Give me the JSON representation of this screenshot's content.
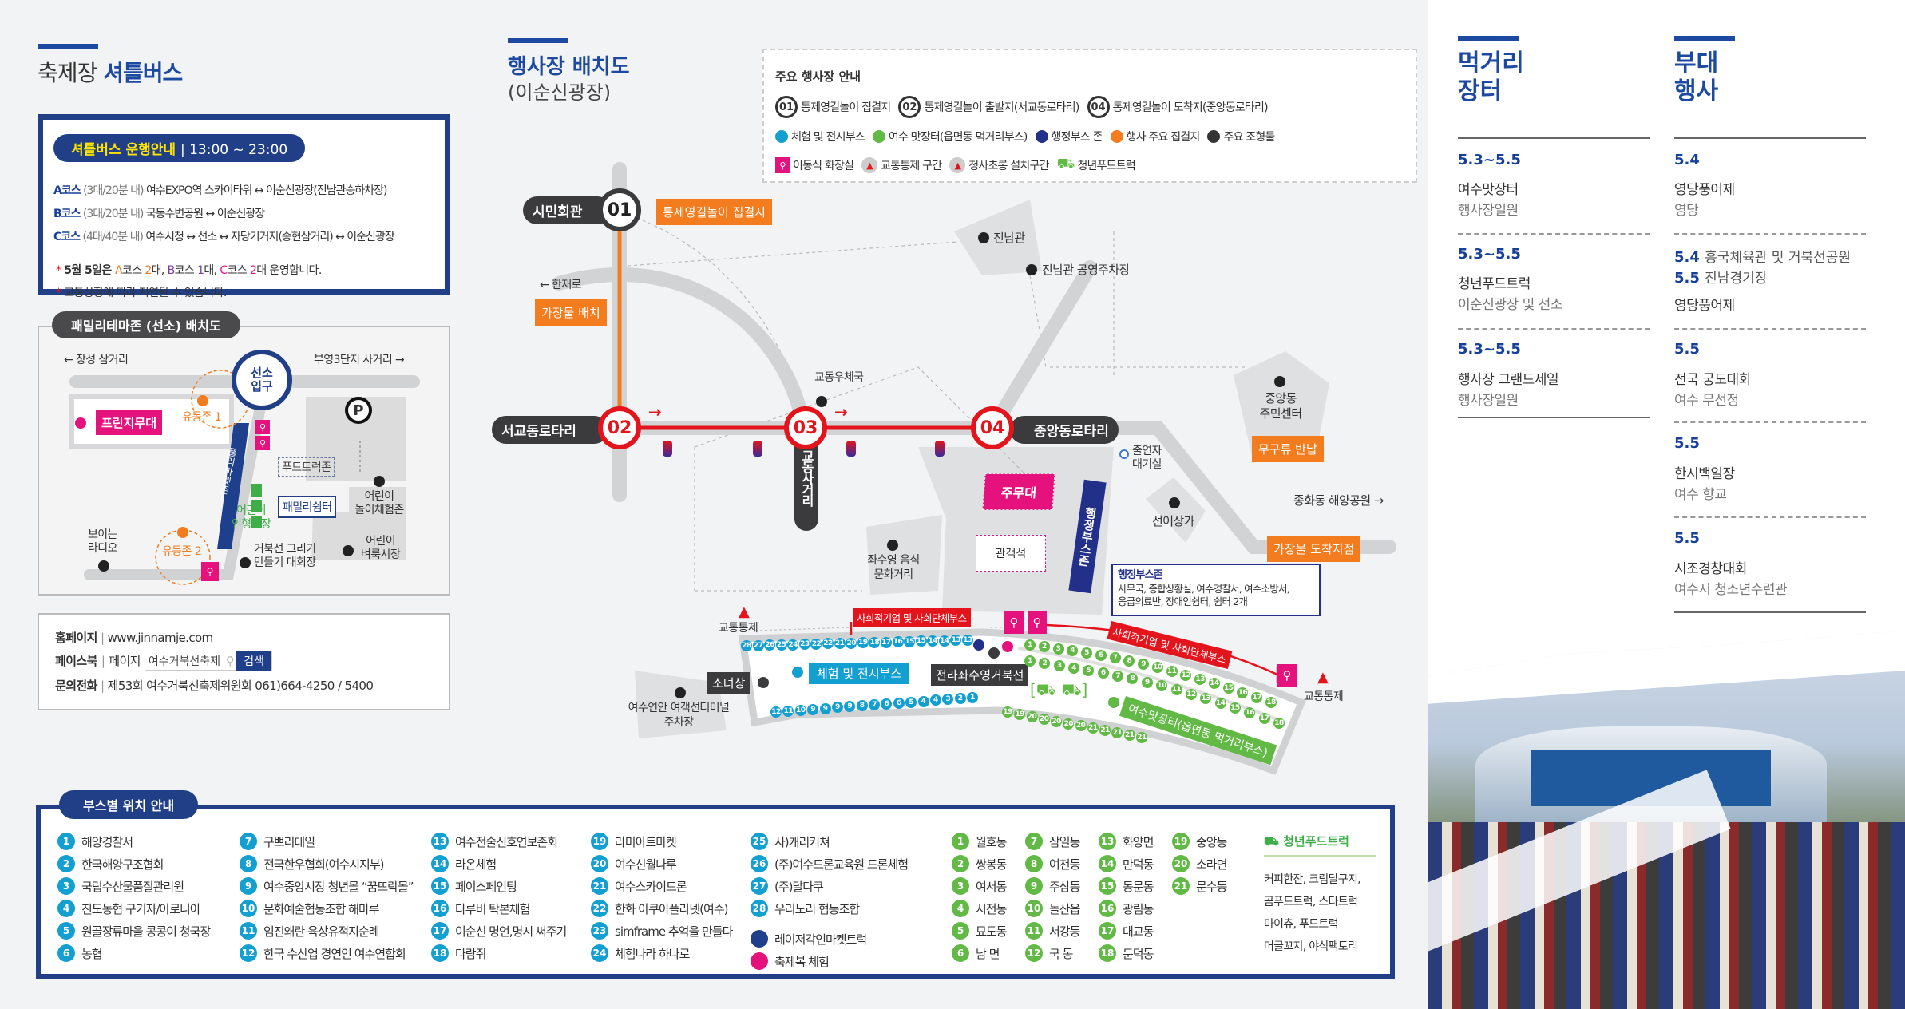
{
  "shuttle": {
    "title_light": "축제장",
    "title_bold": "셔틀버스",
    "pill_label": "셔틀버스 운행안내",
    "pill_time": "13:00 ~ 23:00",
    "courses": [
      {
        "name": "A코스",
        "detail": "(3대/20분 내)",
        "route": "여수EXPO역 스카이타워 ↔ 이순신광장(진남관승하차장)"
      },
      {
        "name": "B코스",
        "detail": "(3대/20분 내)",
        "route": "국동수변공원 ↔ 이순신광장"
      },
      {
        "name": "C코스",
        "detail": "(4대/40분 내)",
        "route": "여수시청 ↔ 선소 ↔ 자당기거지(송현삼거리) ↔ 이순신광장"
      }
    ],
    "note1": {
      "prefix": "5월 5일은 ",
      "a": "A",
      "a_txt": "코스 ",
      "a_n": "2",
      "a_suf": "대, ",
      "b": "B",
      "b_txt": "코스 ",
      "b_n": "1",
      "b_suf": "대, ",
      "c": "C",
      "c_txt": "코스 ",
      "c_n": "2",
      "c_suf": "대 운영합니다."
    },
    "note2": "교통상황에 따라 지연될 수 있습니다.",
    "asterisk": "*"
  },
  "family_map": {
    "tab": "패밀리테마존 (선소) 배치도",
    "left_road": "← 장성 삼거리",
    "right_road": "부영3단지 사거리 →",
    "entrance": [
      "선소",
      "입구"
    ],
    "fringe_stage": "프린지무대",
    "lantern_zone1": "유등존 1",
    "lantern_zone2": "유등존 2",
    "flea_market_zone": "플리마켓존",
    "food_truck_zone": "푸드트럭존",
    "family_rest": "패밀리쉼터",
    "kids_play": [
      "어린이",
      "놀이체험존"
    ],
    "puppet_theater": [
      "어린이",
      "인형극장"
    ],
    "turtle_ship": [
      "거북선 그리기",
      "만들기 대회장"
    ],
    "kids_flea": [
      "어린이",
      "벼룩시장"
    ],
    "radio": [
      "보이는",
      "라디오"
    ],
    "parking": "P"
  },
  "contact": {
    "homepage_label": "홈페이지",
    "homepage": "www.jinnamje.com",
    "facebook_label": "페이스북",
    "facebook_page": "페이지",
    "search_value": "여수거북선축제",
    "search_button": "검색",
    "phone_label": "문의전화",
    "phone": "제53회 여수거북선축제위원회 061)664-4250 / 5400",
    "sep": "|"
  },
  "main": {
    "title": "행사장 배치도",
    "subtitle": "(이순신광장)"
  },
  "legend": {
    "title": "주요 행사장 안내",
    "nodes": [
      {
        "num": "01",
        "label": "통제영길놀이 집결지"
      },
      {
        "num": "02",
        "label": "통제영길놀이 출발지(서교동로타리)"
      },
      {
        "num": "04",
        "label": "통제영길놀이 도착지(중앙동로타리)"
      }
    ],
    "colors": [
      {
        "label": "체험 및 전시부스",
        "color": "#149fd1"
      },
      {
        "label": "여수 맛장터(읍면동 먹거리부스)",
        "color": "#62b946"
      },
      {
        "label": "행정부스 존",
        "color": "#23308a"
      },
      {
        "label": "행사 주요 집결지",
        "color": "#f27c1e"
      },
      {
        "label": "주요 조형물",
        "color": "#333333"
      }
    ],
    "icons": [
      {
        "label": "이동식 화장실"
      },
      {
        "label": "교통통제 구간"
      },
      {
        "label": "청사초롱 설치구간"
      },
      {
        "label": "청년푸드트럭"
      }
    ]
  },
  "map": {
    "nodes": [
      "01",
      "02",
      "03",
      "04"
    ],
    "civic_hall": "시민회관",
    "gather_point": "통제영길놀이 집결지",
    "hanjae_road": "← 한재로",
    "costume_place": "가장물 배치",
    "jinnamgwan": "진남관",
    "jinnam_parking": "진남관 공영주차장",
    "post_office": "교동우체국",
    "seogyo": "서교동로타리",
    "jungang": "중앙동로타리",
    "gyodong": "교동사거리",
    "community_center": [
      "중앙동",
      "주민센터"
    ],
    "return_props": "무구류 반납",
    "waiting_room": [
      "출연자",
      "대기실"
    ],
    "fish_market": "선어상가",
    "park": "종화동 해양공원 →",
    "costume_arrival": "가장물 도착지점",
    "main_stage": "주무대",
    "audience": "관객석",
    "admin_zone": "행정부스존",
    "admin_box_title": "행정부스존",
    "admin_box_text": [
      "사무국, 종합상황실, 여수경찰서, 여수소방서,",
      "응급의료반, 장애인쉼터, 쉼터 2개"
    ],
    "food_street": [
      "좌수영 음식",
      "문화거리"
    ],
    "social_booth": "사회적기업 및 사회단체부스",
    "traffic_control": "교통통제",
    "statue": "소녀상",
    "experience_booth": "체험 및 전시부스",
    "turtle_ship": "전라좌수영거북선",
    "yeosu_market": "여수맛장터(읍면동 먹거리부스)",
    "terminal": [
      "여수연안 여객선터미널",
      "주차장"
    ],
    "blue_top": [
      "28",
      "27",
      "26",
      "25",
      "24",
      "23",
      "22",
      "22",
      "21",
      "20",
      "19",
      "18",
      "17",
      "16",
      "15",
      "15",
      "14",
      "14",
      "13",
      "13"
    ],
    "blue_bottom": [
      "12",
      "11",
      "10",
      "9",
      "9",
      "9",
      "9",
      "8",
      "7",
      "6",
      "6",
      "5",
      "4",
      "4",
      "3",
      "2",
      "1"
    ],
    "green_row1": [
      "1",
      "2",
      "3",
      "4",
      "5",
      "6",
      "7",
      "8",
      "9",
      "10",
      "11",
      "12",
      "13",
      "14",
      "15",
      "16",
      "17",
      "18"
    ],
    "green_row2": [
      "1",
      "2",
      "3",
      "4",
      "5",
      "6",
      "7",
      "8",
      "9",
      "10",
      "11",
      "12",
      "13",
      "14",
      "15",
      "16",
      "17",
      "18"
    ],
    "green_row3": [
      "19",
      "19",
      "20",
      "20",
      "20",
      "20",
      "20",
      "21",
      "21",
      "21",
      "21",
      "21"
    ]
  },
  "booth_legend": {
    "tab": "부스별 위치 안내",
    "blue": [
      "해양경찰서",
      "한국해양구조협회",
      "국립수산물품질관리원",
      "진도농협 구기자/아로니아",
      "원골장류마을 콩콩이 청국장",
      "농협",
      "구쁘리테일",
      "전국한우협회(여수시지부)",
      "여수중앙시장 청년몰 “꿈뜨락몰”",
      "문화예술협동조합 해마루",
      "임진왜란 육상유적지순례",
      "한국 수산업 경연인 여수연합회",
      "여수전술신호연보존회",
      "라온체험",
      "페이스페인팅",
      "타루비 탁본체험",
      "이순신 명언,명시 써주기",
      "다람쥐",
      "라미아트마켓",
      "여수신월나루",
      "여수스카이드론",
      "한화 아쿠아플라넷(여수)",
      "simframe 추억을 만들다",
      "체험나라 하나로",
      "사)캐리커쳐",
      "(주)여수드론교육원 드론체험",
      "(주)달다쿠",
      "우리노리 협동조합"
    ],
    "navy_item": "레이저각인마켓트럭",
    "pink_item": "축제복 체험",
    "green": [
      "월호동",
      "쌍봉동",
      "여서동",
      "시전동",
      "묘도동",
      "남 면",
      "삼일동",
      "여천동",
      "주삼동",
      "돌산읍",
      "서강동",
      "국 동",
      "화양면",
      "만덕동",
      "동문동",
      "광림동",
      "대교동",
      "둔덕동",
      "중앙동",
      "소라면",
      "문수동"
    ],
    "food_truck_title": "청년푸드트럭",
    "food_trucks": [
      "커피한잔, 크림달구지,",
      "곰푸드트럭, 스타트럭",
      "마이츄, 푸드트럭",
      "머글꼬지, 야식팩토리"
    ]
  },
  "right_panel": {
    "food": {
      "title": [
        "먹거리",
        "장터"
      ],
      "items": [
        {
          "date": "5.3~5.5",
          "name": "여수맛장터",
          "place": "행사장일원"
        },
        {
          "date": "5.3~5.5",
          "name": "청년푸드트럭",
          "place": "이순신광장 및 선소"
        },
        {
          "date": "5.3~5.5",
          "name": "행사장 그랜드세일",
          "place": "행사장일원"
        }
      ]
    },
    "events": {
      "title": [
        "부대",
        "행사"
      ],
      "items": [
        {
          "date": "5.4",
          "name": "영당풍어제",
          "place": "영당"
        },
        {
          "date": "5.4",
          "date_place": "흥국체육관 및 거북선공원",
          "date2": "5.5",
          "date2_place": "진남경기장",
          "name": "영당풍어제"
        },
        {
          "date": "5.5",
          "name": "전국 궁도대회",
          "place": "여수 무선정"
        },
        {
          "date": "5.5",
          "name": "한시백일장",
          "place": "여수 향교"
        },
        {
          "date": "5.5",
          "name": "시조경창대회",
          "place": "여수시 청소년수련관"
        }
      ]
    }
  }
}
